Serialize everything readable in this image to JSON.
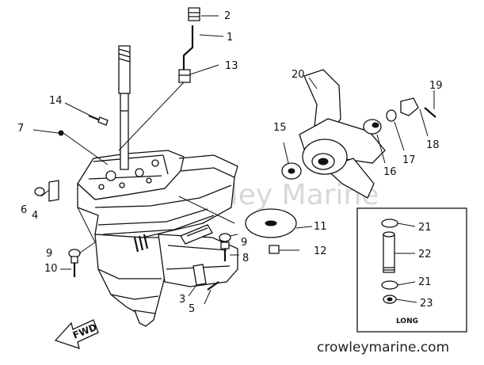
{
  "watermark": "Crowley Marine",
  "website": "crowleymarine.com",
  "inset_label": "LONG",
  "fwd_label": "FWD",
  "callouts": [
    {
      "id": "c2",
      "text": "2"
    },
    {
      "id": "c1",
      "text": "1"
    },
    {
      "id": "c13",
      "text": "13"
    },
    {
      "id": "c14",
      "text": "14"
    },
    {
      "id": "c7",
      "text": "7"
    },
    {
      "id": "c20",
      "text": "20"
    },
    {
      "id": "c19",
      "text": "19"
    },
    {
      "id": "c15",
      "text": "15"
    },
    {
      "id": "c18",
      "text": "18"
    },
    {
      "id": "c17",
      "text": "17"
    },
    {
      "id": "c16",
      "text": "16"
    },
    {
      "id": "c11",
      "text": "11"
    },
    {
      "id": "c6",
      "text": "6"
    },
    {
      "id": "c4",
      "text": "4"
    },
    {
      "id": "c9a",
      "text": "9"
    },
    {
      "id": "c9b",
      "text": "9"
    },
    {
      "id": "c8",
      "text": "8"
    },
    {
      "id": "c12",
      "text": "12"
    },
    {
      "id": "c10",
      "text": "10"
    },
    {
      "id": "c3",
      "text": "3"
    },
    {
      "id": "c5",
      "text": "5"
    },
    {
      "id": "c21a",
      "text": "21"
    },
    {
      "id": "c22",
      "text": "22"
    },
    {
      "id": "c21b",
      "text": "21"
    },
    {
      "id": "c23",
      "text": "23"
    }
  ]
}
